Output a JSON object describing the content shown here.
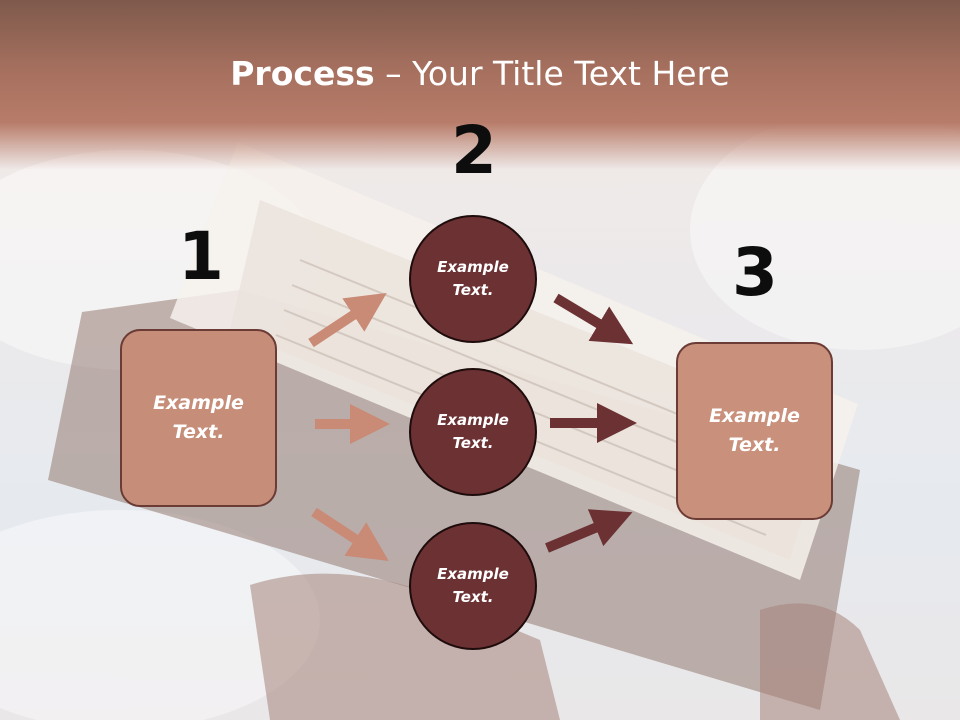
{
  "title": {
    "strong": "Process",
    "rest": " – Your Title Text Here"
  },
  "steps": [
    {
      "number": "1",
      "text": "Example Text."
    },
    {
      "number": "2",
      "text": "Example Text."
    },
    {
      "number": "3",
      "text": "Example Text."
    }
  ],
  "circles": [
    {
      "text": "Example Text."
    },
    {
      "text": "Example Text."
    },
    {
      "text": "Example Text."
    }
  ],
  "colors": {
    "title_band": "#a56f5e",
    "box_fill": "#c68d79",
    "circle_fill": "#6b3133",
    "arrow_light": "#c98a76",
    "arrow_dark": "#6b3133"
  }
}
